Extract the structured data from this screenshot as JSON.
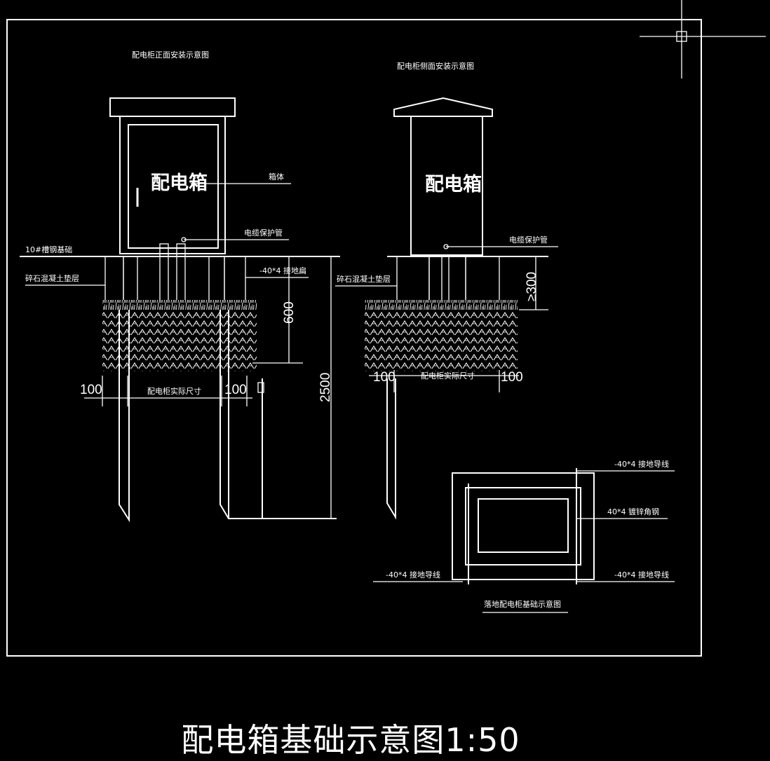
{
  "drawing": {
    "front_view_title": "配电柜正面安装示意图",
    "side_view_title": "配电柜侧面安装示意图",
    "plan_view_title": "落地配电柜基础示意图",
    "cabinet_label": "配电箱",
    "callouts": {
      "cabinet_body": "箱体",
      "cable_conduit": "电缆保护管",
      "channel_steel": "10#槽钢基础",
      "gravel_concrete": "碎石混凝土垫层",
      "ground_strip": "-40*4 接地扁",
      "ground_wire": "-40*4 接地导线",
      "angle_steel": "40*4 镀锌角钢"
    },
    "dimensions": {
      "d100": "100",
      "d600": "600",
      "d2500": "2500",
      "d300": "≥300",
      "base_size": "配电柜实际尺寸"
    }
  },
  "main_title": "配电箱基础示意图1:50"
}
